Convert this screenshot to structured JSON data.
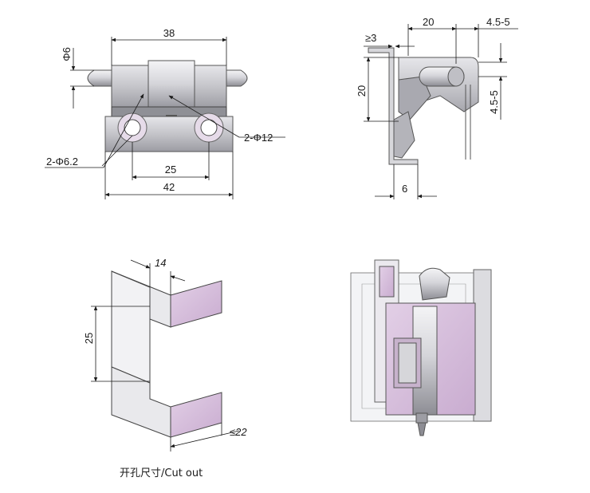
{
  "colors": {
    "metal": "#c9c9cd",
    "metal_dark": "#8f9096",
    "pink": "#d8c3dc",
    "line": "#1a1a1a",
    "clear": "#eef0f3"
  },
  "front_view": {
    "width_top": "38",
    "pin_dia": "Φ6",
    "hole_dia": "2-Φ6.2",
    "bore_dia": "2-Φ12",
    "hole_pitch": "25",
    "width_base": "42"
  },
  "side_view": {
    "depth": "20",
    "offset": "4.5-5",
    "gap": "≥3",
    "height": "20",
    "offset_v": "4.5-5",
    "thickness": "6"
  },
  "cutout_view": {
    "width": "14",
    "height": "25",
    "panel": "≤22"
  },
  "caption": "开孔尺寸/Cut out"
}
